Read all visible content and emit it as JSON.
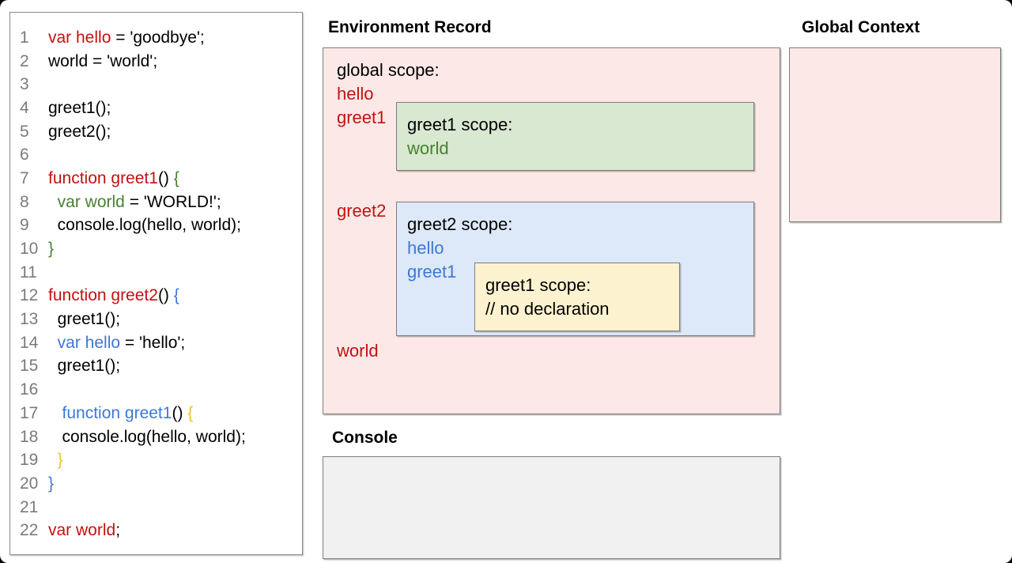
{
  "palette": {
    "red": "#c41111",
    "green": "#45822f",
    "blue": "#3d78d8",
    "yellow": "#f0c032",
    "black": "#000000",
    "gray_line_number": "#7b7b7b",
    "pink_fill": "#fce8e6",
    "green_fill": "#d9e8d1",
    "blue_fill": "#dde8f8",
    "yellow_fill": "#fdf2cf",
    "console_fill": "#f1f1f1",
    "border": "#7d7d7d"
  },
  "code_panel": {
    "lines": [
      {
        "n": "1",
        "seg": [
          {
            "c": "red",
            "t": "var hello"
          },
          {
            "c": "black",
            "t": " = 'goodbye';"
          }
        ]
      },
      {
        "n": "2",
        "seg": [
          {
            "c": "black",
            "t": "world = 'world';"
          }
        ]
      },
      {
        "n": "3",
        "seg": []
      },
      {
        "n": "4",
        "seg": [
          {
            "c": "black",
            "t": "greet1();"
          }
        ]
      },
      {
        "n": "5",
        "seg": [
          {
            "c": "black",
            "t": "greet2();"
          }
        ]
      },
      {
        "n": "6",
        "seg": []
      },
      {
        "n": "7",
        "seg": [
          {
            "c": "red",
            "t": "function greet1"
          },
          {
            "c": "black",
            "t": "() "
          },
          {
            "c": "green",
            "t": "{"
          }
        ]
      },
      {
        "n": "8",
        "seg": [
          {
            "c": "black",
            "t": "  "
          },
          {
            "c": "green",
            "t": "var world"
          },
          {
            "c": "black",
            "t": " = 'WORLD!';"
          }
        ]
      },
      {
        "n": "9",
        "seg": [
          {
            "c": "black",
            "t": "  console.log(hello, world);"
          }
        ]
      },
      {
        "n": "10",
        "seg": [
          {
            "c": "green",
            "t": "}"
          }
        ]
      },
      {
        "n": "11",
        "seg": []
      },
      {
        "n": "12",
        "seg": [
          {
            "c": "red",
            "t": "function greet2"
          },
          {
            "c": "black",
            "t": "() "
          },
          {
            "c": "blue",
            "t": "{"
          }
        ]
      },
      {
        "n": "13",
        "seg": [
          {
            "c": "black",
            "t": "  greet1();"
          }
        ]
      },
      {
        "n": "14",
        "seg": [
          {
            "c": "black",
            "t": "  "
          },
          {
            "c": "blue",
            "t": "var hello"
          },
          {
            "c": "black",
            "t": " = 'hello';"
          }
        ]
      },
      {
        "n": "15",
        "seg": [
          {
            "c": "black",
            "t": "  greet1();"
          }
        ]
      },
      {
        "n": "16",
        "seg": []
      },
      {
        "n": "17",
        "seg": [
          {
            "c": "black",
            "t": "   "
          },
          {
            "c": "blue",
            "t": "function greet1"
          },
          {
            "c": "black",
            "t": "() "
          },
          {
            "c": "yellow",
            "t": "{"
          }
        ]
      },
      {
        "n": "18",
        "seg": [
          {
            "c": "black",
            "t": "   console.log(hello, world);"
          }
        ]
      },
      {
        "n": "19",
        "seg": [
          {
            "c": "black",
            "t": "  "
          },
          {
            "c": "yellow",
            "t": "}"
          }
        ]
      },
      {
        "n": "20",
        "seg": [
          {
            "c": "blue",
            "t": "}"
          }
        ]
      },
      {
        "n": "21",
        "seg": []
      },
      {
        "n": "22",
        "seg": [
          {
            "c": "red",
            "t": "var world"
          },
          {
            "c": "black",
            "t": ";"
          }
        ]
      }
    ]
  },
  "environment_record": {
    "title": "Environment Record",
    "global_scope": {
      "label": "global scope:",
      "items": [
        "hello",
        "greet1",
        "greet2",
        "world"
      ]
    },
    "greet1_scope": {
      "title": "greet1 scope:",
      "items": [
        "world"
      ]
    },
    "greet2_scope": {
      "title": "greet2 scope:",
      "items": [
        "hello",
        "greet1"
      ],
      "nested": {
        "title": "greet1 scope:",
        "comment": "// no declaration"
      }
    }
  },
  "global_context": {
    "title": "Global Context"
  },
  "console_panel": {
    "title": "Console"
  }
}
